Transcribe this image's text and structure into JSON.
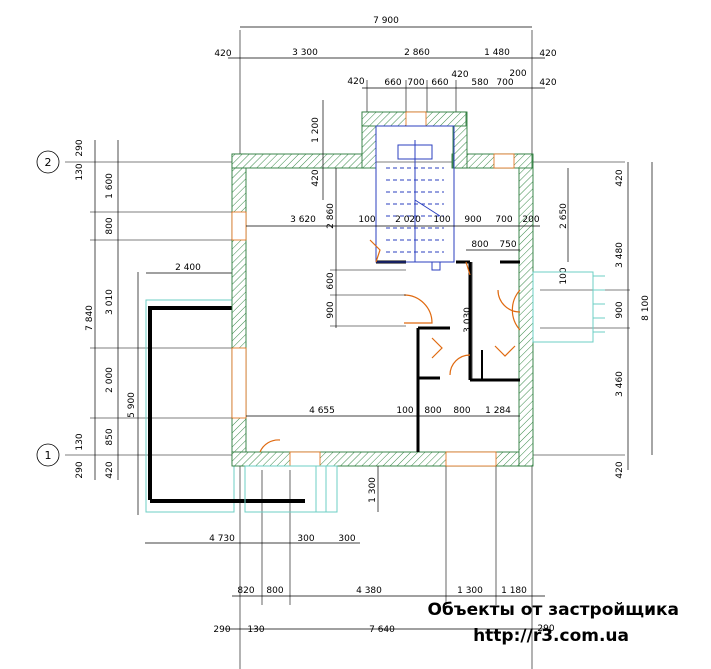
{
  "axes": {
    "axis_top": "2",
    "axis_bottom": "1"
  },
  "dims_top": {
    "overall": "7 900",
    "row2": [
      "420",
      "3 300",
      "2 860",
      "1 480",
      "420"
    ],
    "row3": [
      "420",
      "660",
      "700",
      "660",
      "420",
      "580",
      "700",
      "200",
      "420"
    ],
    "window": "1 200"
  },
  "dims_interior": {
    "d3620": "3 620",
    "d100a": "100",
    "d2020": "2 020",
    "d100b": "100",
    "d900": "900",
    "d700": "700",
    "d200": "200",
    "d800": "800",
    "d750": "750",
    "d2400": "2 400",
    "d4655": "4 655",
    "d100c": "100",
    "d800b": "800",
    "d800c": "800",
    "d1284": "1 284",
    "v420": "420",
    "v2860": "2 860",
    "v600": "600",
    "v900": "900",
    "v3030": "3 030",
    "v2650": "2 650",
    "v100": "100",
    "v1300": "1 300"
  },
  "dims_left": {
    "r290a": "290",
    "r130a": "130",
    "r1600": "1 600",
    "r800": "800",
    "r3010": "3 010",
    "r2000": "2 000",
    "r850": "850",
    "r130b": "130",
    "r290b": "290",
    "total": "7 840",
    "r5900": "5 900",
    "r420": "420"
  },
  "dims_right": {
    "r420a": "420",
    "r3480": "3 480",
    "r900": "900",
    "r3460": "3 460",
    "r420b": "420",
    "total": "8 100"
  },
  "dims_bottom": {
    "b4730": "4 730",
    "b300a": "300",
    "b300b": "300",
    "row1": [
      "820",
      "800",
      "4 380",
      "1 300",
      "1 180"
    ],
    "row2": [
      "290",
      "130",
      "7 640",
      "290"
    ]
  },
  "watermark": {
    "line1": "Объекты от застройщика",
    "line2": "http://r3.com.ua"
  },
  "colors": {
    "wall_hatch": "#2a7a3a",
    "door": "#e06a10",
    "stairs": "#2b3fbf",
    "porch": "#6ccfc4"
  }
}
